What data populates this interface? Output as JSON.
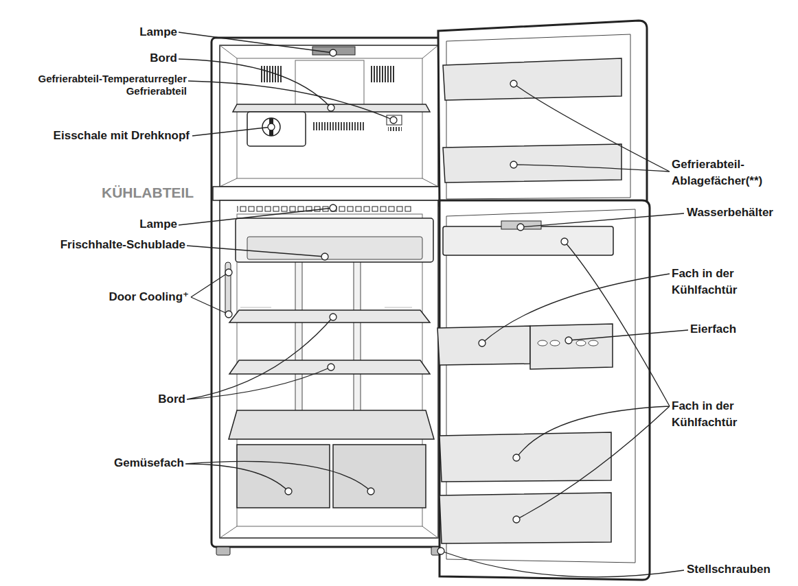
{
  "diagram": {
    "labels": [
      "Lampe",
      "Bord",
      "Gefrierabteil-Temperaturregler Gefrierabteil",
      "Eisschale mit Drehknopf",
      "KÜHLABTEIL",
      "Lampe",
      "Frischhalte-Schublade",
      "Door Cooling⁺",
      "Bord",
      "Gemüsefach",
      "Gefrierabteil- Ablagefächer(**)",
      "Wasserbehälter",
      "Fach in der Kühlfachtür",
      "Eierfach",
      "Fach in der Kühlfachtür",
      "Stellschrauben"
    ]
  }
}
